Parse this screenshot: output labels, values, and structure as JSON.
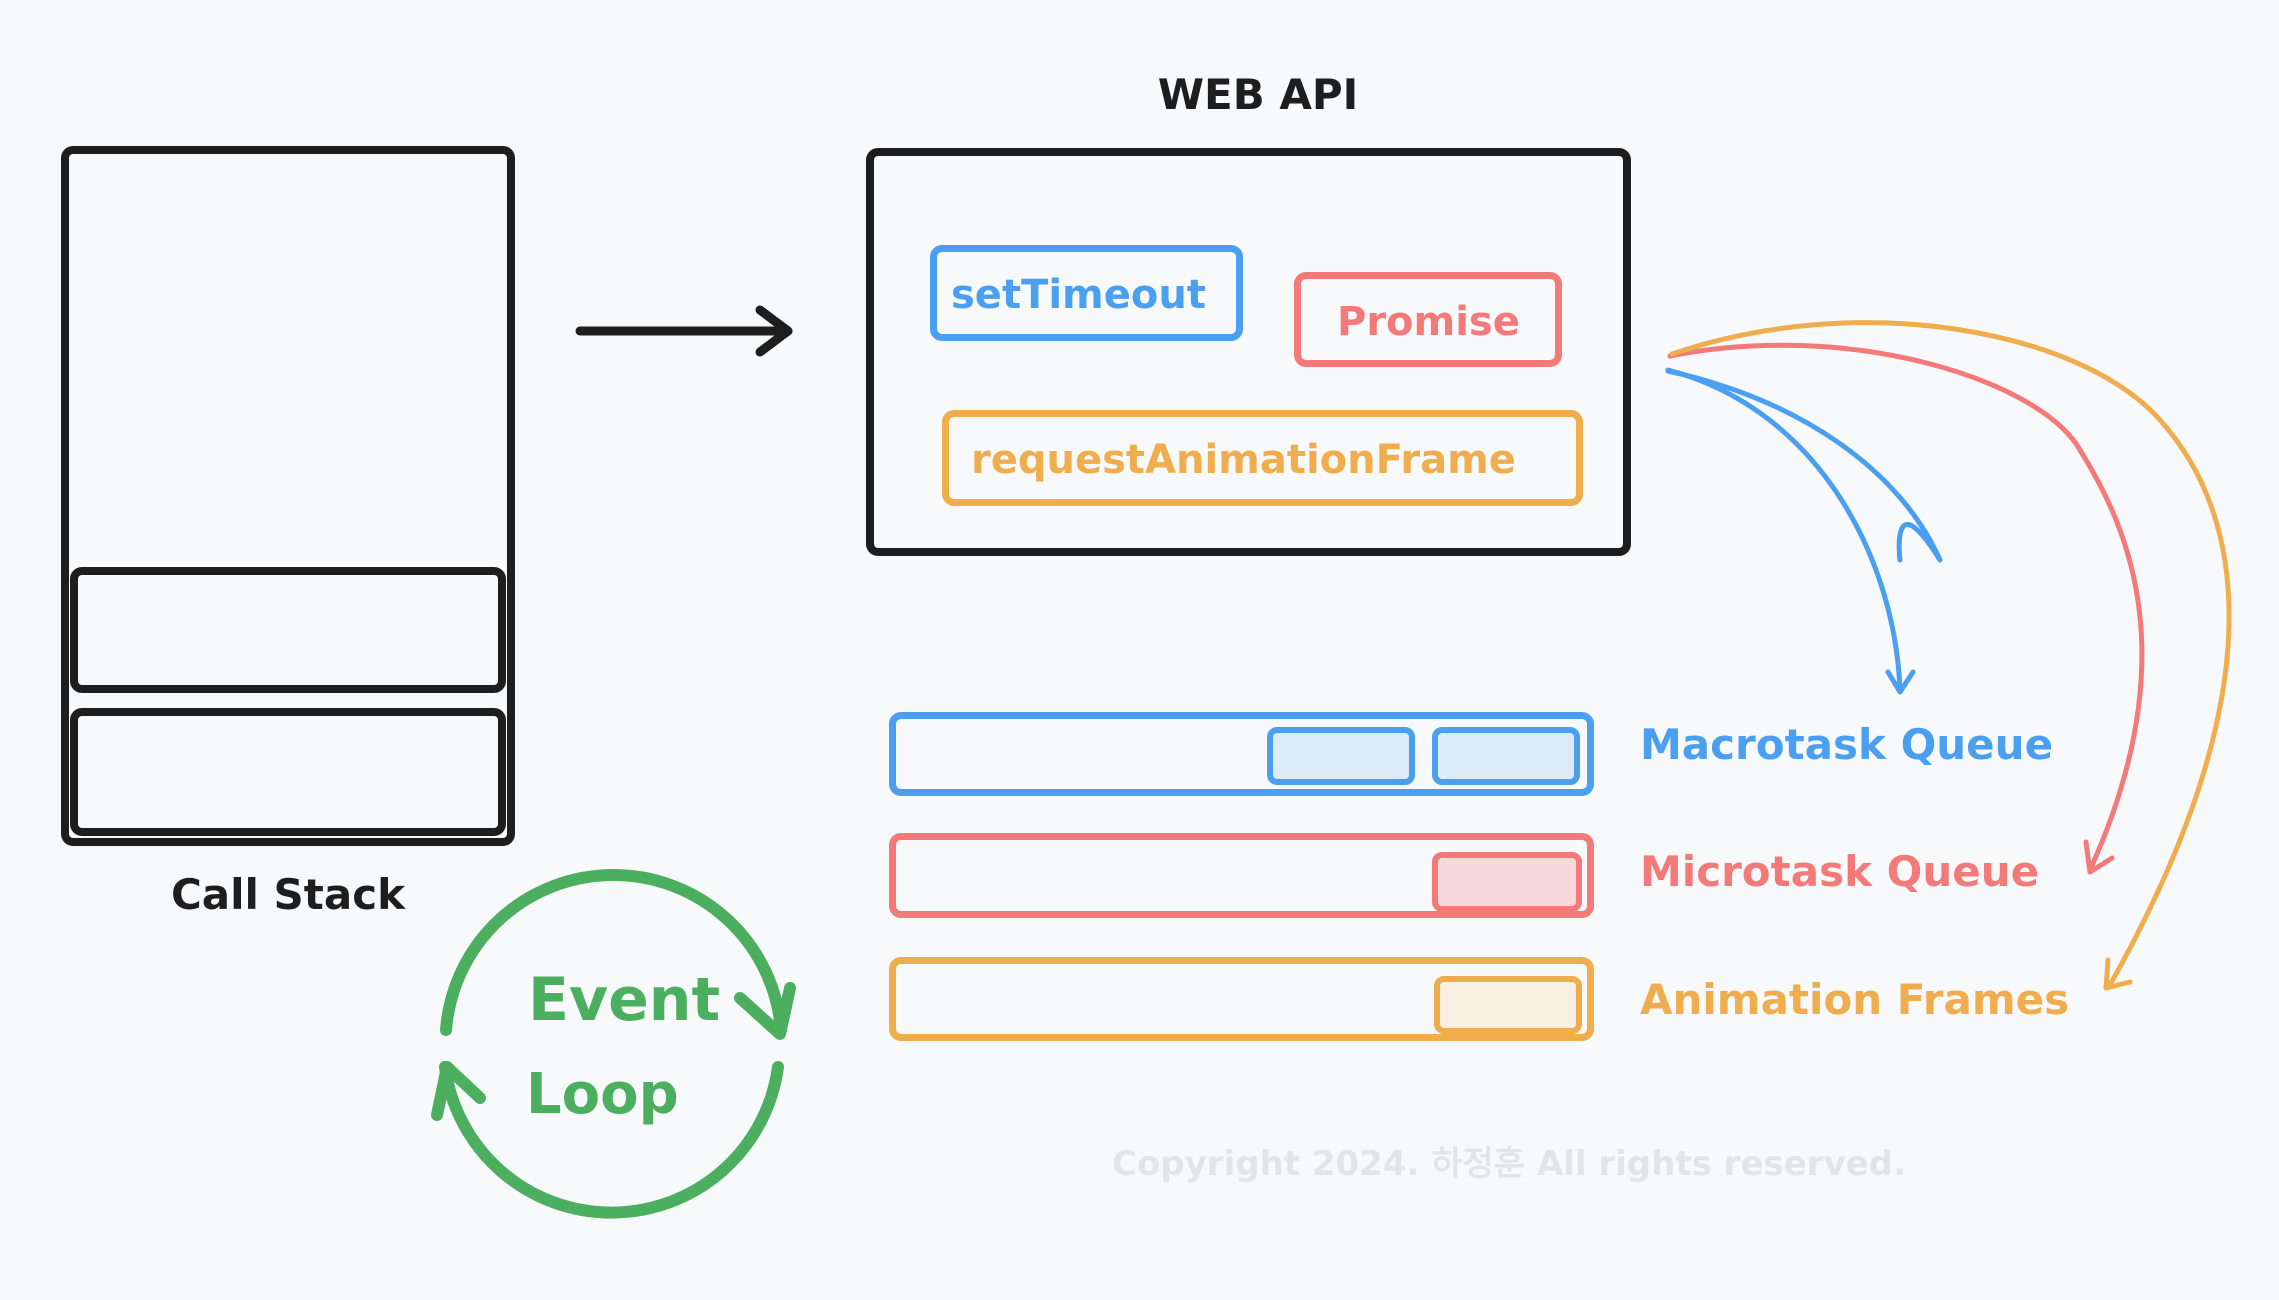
{
  "title": "WEB API",
  "call_stack": {
    "label": "Call Stack",
    "frames": [
      {
        "label": ""
      },
      {
        "label": ""
      }
    ]
  },
  "web_api": {
    "title": "WEB API",
    "items": [
      {
        "label": "setTimeout",
        "color": "#4a9ff0"
      },
      {
        "label": "Promise",
        "color": "#f47a7a"
      },
      {
        "label": "requestAnimationFrame",
        "color": "#f0ad4e"
      }
    ]
  },
  "queues": [
    {
      "label": "Macrotask Queue",
      "color": "#4a9ff0",
      "fill": "#dcebf8",
      "task_count": 2
    },
    {
      "label": "Microtask Queue",
      "color": "#f47a7a",
      "fill": "#f5d9db",
      "task_count": 1
    },
    {
      "label": "Animation Frames",
      "color": "#f0ad4e",
      "fill": "#f9efe2",
      "task_count": 1
    }
  ],
  "event_loop": {
    "line1": "Event",
    "line2": "Loop",
    "color": "#4caf5f"
  },
  "copyright": "Copyright 2024. 하정훈 All rights reserved.",
  "colors": {
    "ink": "#1e1e1e",
    "background": "#f8f9fb",
    "copyright": "#e2e4e8"
  }
}
